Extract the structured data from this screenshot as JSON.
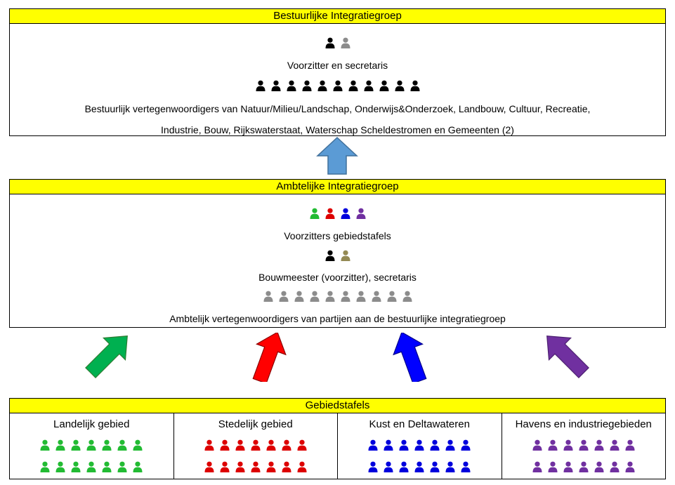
{
  "bestuurlijk": {
    "title": "Bestuurlijke Integratiegroep",
    "chair_icons": [
      {
        "color": "#000000"
      },
      {
        "color": "#8c8c8c"
      }
    ],
    "chair_label": "Voorzitter en secretaris",
    "members_count": 11,
    "members_color": "#000000",
    "members_label_1": "Bestuurlijk vertegenwoordigers van Natuur/Milieu/Landschap, Onderwijs&Onderzoek, Landbouw, Cultuur, Recreatie,",
    "members_label_2": "Industrie, Bouw, Rijkswaterstaat, Waterschap Scheldestromen en Gemeenten (2)"
  },
  "ambtelijk": {
    "title": "Ambtelijke Integratiegroep",
    "chairs_icons": [
      {
        "color": "#22bb33"
      },
      {
        "color": "#dd0000"
      },
      {
        "color": "#0000dd"
      },
      {
        "color": "#7030a0"
      }
    ],
    "chairs_label": "Voorzitters gebiedstafels",
    "builder_icons": [
      {
        "color": "#000000"
      },
      {
        "color": "#948a54"
      }
    ],
    "builder_label": "Bouwmeester (voorzitter), secretaris",
    "members_count": 10,
    "members_color": "#8c8c8c",
    "members_label": "Ambtelijk vertegenwoordigers van partijen aan de bestuurlijke integratiegroep"
  },
  "gebiedstafels": {
    "title": "Gebiedstafels",
    "columns": [
      {
        "label": "Landelijk gebied",
        "color": "#22bb33"
      },
      {
        "label": "Stedelijk gebied",
        "color": "#dd0000"
      },
      {
        "label": "Kust en Deltawateren",
        "color": "#0000dd"
      },
      {
        "label": "Havens en industriegebieden",
        "color": "#7030a0"
      }
    ],
    "people_per_row": 7,
    "rows": 2
  },
  "arrows": {
    "up_color": "#5b9bd5",
    "green": "#00b050",
    "red": "#ff0000",
    "blue": "#0000ff",
    "purple": "#7030a0"
  }
}
